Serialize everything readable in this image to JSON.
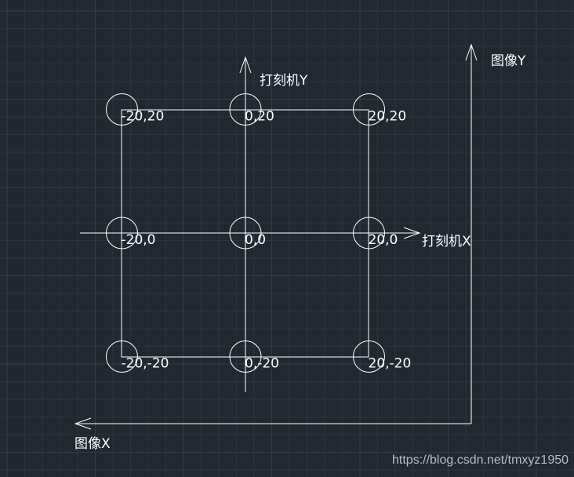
{
  "colors": {
    "background": "#212830",
    "grid_minor": "#2b333c",
    "grid_major": "#333c46",
    "line": "#ffffff"
  },
  "printer_axes": {
    "x_label": "打刻机X",
    "y_label": "打刻机Y"
  },
  "image_axes": {
    "x_label": "图像X",
    "y_label": "图像Y"
  },
  "points": [
    {
      "x": -20,
      "y": 20,
      "label": "-20,20"
    },
    {
      "x": 0,
      "y": 20,
      "label": "0,20"
    },
    {
      "x": 20,
      "y": 20,
      "label": "20,20"
    },
    {
      "x": -20,
      "y": 0,
      "label": "-20,0"
    },
    {
      "x": 0,
      "y": 0,
      "label": "0,0"
    },
    {
      "x": 20,
      "y": 0,
      "label": "20,0"
    },
    {
      "x": -20,
      "y": -20,
      "label": "-20,-20"
    },
    {
      "x": 0,
      "y": -20,
      "label": "0,-20"
    },
    {
      "x": 20,
      "y": -20,
      "label": "20,-20"
    }
  ],
  "watermark": "https://blog.csdn.net/tmxyz1950"
}
